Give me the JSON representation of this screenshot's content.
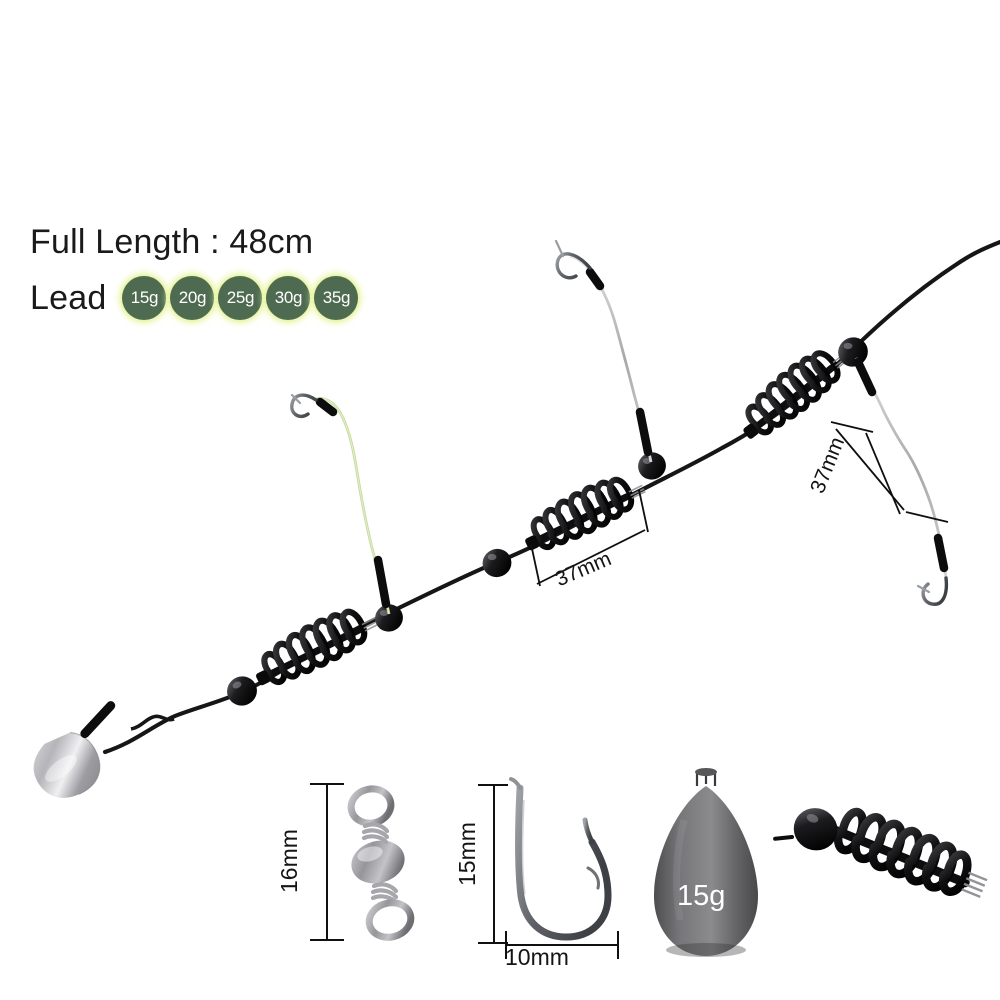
{
  "page": {
    "background_color": "#ffffff",
    "product_type": "fishing-sabiki-rig-diagram"
  },
  "spec": {
    "full_length_label": "Full Length : 48cm",
    "lead_label": "Lead",
    "badge_color": "#4e6b52",
    "badge_glow_color": "#eaf5a8",
    "badge_text_color": "#ffffff",
    "lead_options": [
      {
        "label": "15g"
      },
      {
        "label": "20g"
      },
      {
        "label": "25g"
      },
      {
        "label": "30g"
      },
      {
        "label": "35g"
      }
    ]
  },
  "dimensions": {
    "spring_feeder_lower": "37mm",
    "spring_feeder_upper": "37mm",
    "swivel_height": "16mm",
    "hook_height": "15mm",
    "hook_width": "10mm"
  },
  "detail_panels": {
    "swivel": {
      "name": "barrel-swivel",
      "dimension": "16mm",
      "color": "#a9a9ad"
    },
    "hook": {
      "name": "fishing-hook",
      "height": "15mm",
      "width": "10mm",
      "color": "#6e7176"
    },
    "sinker": {
      "name": "teardrop-lead-sinker",
      "weight_label": "15g",
      "color": "#6f6f71"
    },
    "feeder": {
      "name": "spring-bait-feeder",
      "color": "#17171a"
    }
  },
  "rig": {
    "line_color": "#1b1b1b",
    "bead_color": "#101010",
    "snood_color": "#c9c9c9",
    "snood_green_color": "#c8dd9e",
    "hook_color": "#8a8d92",
    "sinker_color": "#9a9a9e",
    "spring_color": "#141414",
    "components": [
      {
        "name": "lead-sinker",
        "position": "bottom-left"
      },
      {
        "name": "spring-feeder-1",
        "position": "lower"
      },
      {
        "name": "bead-1",
        "position": "lower"
      },
      {
        "name": "snood-hook-1",
        "position": "left"
      },
      {
        "name": "spring-feeder-2",
        "position": "middle"
      },
      {
        "name": "bead-2",
        "position": "middle"
      },
      {
        "name": "snood-hook-2",
        "position": "center"
      },
      {
        "name": "spring-feeder-3",
        "position": "upper"
      },
      {
        "name": "bead-3",
        "position": "upper"
      },
      {
        "name": "snood-hook-3",
        "position": "right"
      },
      {
        "name": "main-line",
        "position": "top-right"
      }
    ]
  }
}
